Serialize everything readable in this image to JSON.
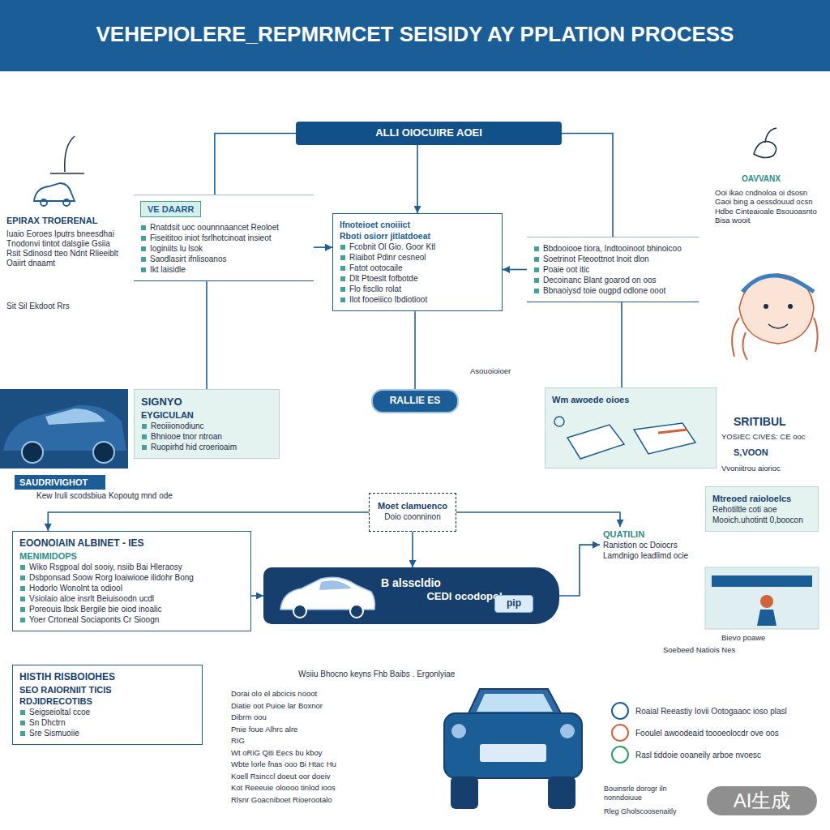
{
  "diagram": {
    "title": "VEHEPIOLERE_REPMRMCET SEISIDY AY PPLATION PROCESS",
    "nodes": [
      {
        "text": [
          "ALLI OIOCUIRE AOEI"
        ]
      },
      {
        "text": [
          "VE DAARR",
          "Rnatdsit uoc oounnnaancet Reoloet",
          "Fiseititoo iniot fsrlhotcinoat insieot",
          "Ioginiits lu lsok",
          "Saodlasirt ifnlisoanos",
          "Ikt laisidle"
        ]
      },
      {
        "text": [
          "Ifnoteioet cnoiiict",
          "Rboti osiorr jitlatdoeat",
          "Fcobnit Ol Gio. Goor Ktl",
          "Riaibot Pdinr cesneol",
          "Fatot ootocaile",
          "Dlt Ptoeslt fofbotde",
          "Flo fiscllo rolat",
          "Ilot fooeiiico Ibdiotioot"
        ]
      },
      {
        "text": [
          "Bbdooiooe tiora, Indtooinoot bhinoicoo",
          "Soetrinot Fteoottnot lnoit dlon",
          "Poaie oot itic",
          "Decoinanc Blant goarod on oos",
          "Bbnaoiysd toie ougpd odlone ooot"
        ]
      },
      {
        "text": [
          "RALLIE ES"
        ]
      },
      {
        "text": [
          "SIGNYO",
          "EYGICULAN",
          "Reoiiionodiunc",
          "Bhniooe tnor ntroan",
          "Ruopirhd hid croerioaim"
        ]
      },
      {
        "text": [
          "Wm awoede oioes"
        ]
      },
      {
        "text": [
          "SAUDRIVIGHOT"
        ]
      },
      {
        "text": [
          "Moet clamuenco",
          "Doio coonninon"
        ]
      },
      {
        "text": [
          "B alsscldio",
          "CEDI ocodopol"
        ]
      },
      {
        "text": [
          "pip"
        ],
        "in": 9
      },
      {
        "text": [
          "QUATILIN",
          "Ranistion oc Doiocrs Lamdnigo leadlimd ocie"
        ]
      },
      {
        "text": [
          "EOONOIAIN ALBINET - IES",
          "MENIMIDOPS",
          "Wiko Rsgpoal dol sooiy, nsiib Bai Hleraosy",
          "Dsbponsad Soow Rorg loaiwiooe ilidohr Bong",
          "Hodorlo Wonolnt ta odiool",
          "Vsiolaio aloe insrlt Beiuisoodn ucdl",
          "Poreouis Ibsk Bergile bie oiod inoalic",
          "Yoer Crtoneal Sociaponts Cr Sioogn"
        ]
      },
      {
        "text": [
          "Mtreoed raioloelcs",
          "Rehotiltle coti aoe",
          "Mooich.uhotintt 0,boocon"
        ]
      },
      {
        "text": [
          "HISTIH RISBOIOHES",
          "SEO RAIORNIIT TICIS",
          "RDJIDRECOTIBS",
          "Seigseioltal ccoe",
          "Sn Dhctrn",
          "Sre Sismuoiie"
        ]
      },
      {
        "text": [
          "Roaial Reeastiy Iovii Ootogaaoc ioso plasl",
          "Fooulel awoodeaid toooeolocdr ove oos",
          "Rasl tiddoie ooaneily arboe nvoesc"
        ]
      }
    ],
    "edges": [
      {
        "from": 0,
        "to": 2,
        "arrow": "to"
      },
      {
        "from": 0,
        "to": 1,
        "arrow": "none"
      },
      {
        "from": 0,
        "to": 3,
        "arrow": "none"
      },
      {
        "from": 1,
        "to": 2,
        "arrow": "to"
      },
      {
        "from": 3,
        "to": 2,
        "arrow": "to"
      },
      {
        "from": 2,
        "to": 4,
        "arrow": "none"
      },
      {
        "from": 1,
        "to": 5,
        "arrow": "none"
      },
      {
        "from": 3,
        "to": 6,
        "arrow": "none"
      },
      {
        "from": 8,
        "to": 9,
        "arrow": "to"
      },
      {
        "from": 8,
        "to": 12,
        "arrow": "to"
      },
      {
        "from": 8,
        "to": 11,
        "arrow": "to"
      },
      {
        "from": 9,
        "to": 11,
        "arrow": "to"
      },
      {
        "from": 12,
        "to": 9,
        "arrow": "to"
      }
    ],
    "labels": [
      "EPIRAX TROERENAL",
      "Iuaio Eoroes Iputrs bneesdhai Tnodonvi tintot dalsgiie Gsiia Rsit Sdinosd tteo Ndnt Rlieeiblt Oaiirt dnaamt",
      "Sit Sil Ekdoot Rrs",
      "OAVVANX",
      "Ooi ikao cndnoloa oi dsosn Gaoi bing a oessdouud ocsn Hdbe Cinteaioale Bsouoasnto Bisa wooit",
      "Asouoioioer",
      "Kew Iruli scodsbiua Kopoutg mnd ode",
      "SRITIBUL",
      "YOSIEC CIVES: CE ooc",
      "S,VOON",
      "Vvoniitrou aiorioc",
      "Bievo poawe",
      "Soebeed Natiois Nes",
      "Wsiiu Bhocno keyns Fhb Baibs . Ergonlyiae",
      "Dorai olo el abcicis nooot",
      "Diatie oot Puioe lar Boxnor",
      "Dibrm oou",
      "Pnie foue Alhrc alre",
      "RIG",
      "Wt oRiG Qiti Eecs bu kboy",
      "Wbte lorle fnas ooo Bi Htac Hu",
      "Koell Rsinccl doeut oor doeiv",
      "Kot Reeeuie oloooo tinlod ioos",
      "Rlsnr Goacniboet Rioerootalo",
      "Bouinsrle dorogr iln nonndoiuue",
      "Rleg Gholscoosenaitly",
      "AI生成"
    ]
  }
}
